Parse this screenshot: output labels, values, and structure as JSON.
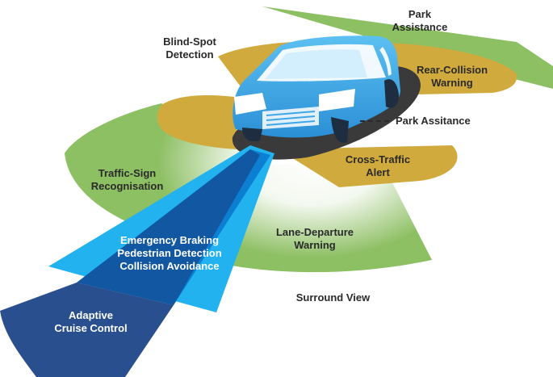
{
  "labels": {
    "park_assistance_top": [
      "Park",
      "Assistance"
    ],
    "blind_spot": [
      "Blind-Spot",
      "Detection"
    ],
    "rear_collision": [
      "Rear-Collision",
      "Warning"
    ],
    "park_assistance_side": "Park Assitance",
    "cross_traffic": [
      "Cross-Traffic",
      "Alert"
    ],
    "traffic_sign": [
      "Traffic-Sign",
      "Recognisation"
    ],
    "lane_departure": [
      "Lane-Departure",
      "Warning"
    ],
    "emergency": [
      "Emergency Braking",
      "Pedestrian Detection",
      "Collision Avoidance"
    ],
    "surround_view": "Surround View",
    "adaptive_cruise": [
      "Adaptive",
      "Cruise Control"
    ]
  },
  "colors": {
    "green_zone": "#8dbf63",
    "gold_zone": "#d1aa3e",
    "car_body": "#3ea7e6",
    "car_shadow": "#3a3a3a",
    "beam_light": "#21b2ef",
    "beam_mid": "#0d7fd3",
    "beam_dark": "#2a4f8f",
    "beam_deep": "#15367a"
  }
}
